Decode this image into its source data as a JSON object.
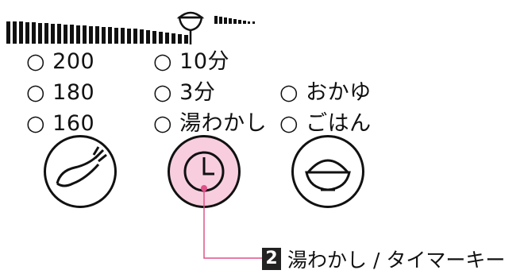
{
  "col1": [
    "○ 200",
    "○ 180",
    "○ 160"
  ],
  "col2": [
    "○ 10分",
    "○ 3分",
    "○ 湯わかし"
  ],
  "col3": [
    "○ おかゆ",
    "○ ごはん"
  ],
  "callout": {
    "number": "2",
    "label": "湯わかし / タイマーキー"
  },
  "icons": [
    "level-bars",
    "rice-cooker-icon",
    "shrimp-icon",
    "clock-icon",
    "rice-bowl-icon"
  ],
  "colors": {
    "highlight": "#f8cede",
    "leader": "#e0508a"
  }
}
